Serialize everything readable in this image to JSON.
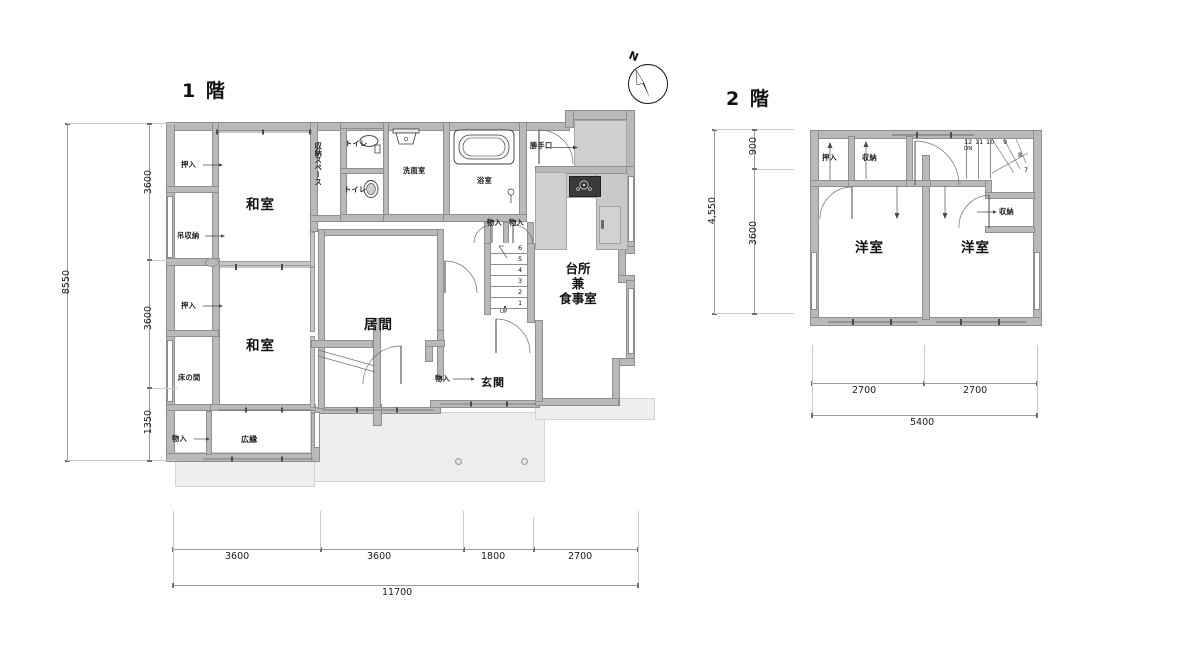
{
  "floor1": {
    "title": "1 階",
    "rooms": [
      {
        "name": "和室",
        "id": "washitsu-upper"
      },
      {
        "name": "和室",
        "id": "washitsu-lower"
      },
      {
        "name": "居間",
        "id": "ima"
      },
      {
        "name": "洗面室",
        "id": "senmenshitsu"
      },
      {
        "name": "浴室",
        "id": "yokushitsu"
      },
      {
        "name": "玄関",
        "id": "genkan"
      },
      {
        "name": "広縁",
        "id": "hiroen"
      }
    ],
    "kitchen_label": "台所\n兼\n食事室",
    "kitchen_line1": "台所",
    "kitchen_line2": "兼",
    "kitchen_line3": "食事室",
    "small_labels": {
      "oshiire_top": "押入",
      "tsuri_shuno": "吊収納",
      "oshiire_mid": "押入",
      "toko_no_ma": "床の間",
      "mono_ire_left": "物入",
      "shuno_space": "収納スペース",
      "toilet_upper": "トイレ",
      "toilet_lower": "トイレ",
      "senmen": "洗面室",
      "yokushitsu": "浴室",
      "katteguchi": "勝手口",
      "mono_ire_a": "物入",
      "mono_ire_b": "物入",
      "mono_ire_genkan": "物入",
      "genkan": "玄関",
      "hiroen": "広縁"
    },
    "stairs": {
      "numbers": [
        "6",
        "5",
        "4",
        "3",
        "2",
        "1"
      ],
      "direction": "UP"
    },
    "dims_left": [
      "3600",
      "3600",
      "1350"
    ],
    "dims_left_total": "8550",
    "dims_bottom": [
      "3600",
      "3600",
      "1800",
      "2700"
    ],
    "dims_bottom_total": "11700"
  },
  "floor2": {
    "title": "2 階",
    "rooms": [
      {
        "name": "洋室",
        "id": "yoshitsu-left"
      },
      {
        "name": "洋室",
        "id": "yoshitsu-right"
      }
    ],
    "small_labels": {
      "oshiire": "押入",
      "shuno_top": "収納",
      "shuno_right": "収納"
    },
    "stairs": {
      "numbers": [
        "12",
        "11",
        "10",
        "9",
        "8",
        "7"
      ],
      "direction": "DN"
    },
    "dims_left": [
      "900",
      "3600"
    ],
    "dims_left_total": "4,550",
    "dims_bottom": [
      "2700",
      "2700"
    ],
    "dims_bottom_total": "5400"
  },
  "compass": {
    "north_label": "N",
    "name": "north-arrow"
  },
  "colors": {
    "wall": "#b9b9b9",
    "wall_stroke": "#8f8f8f",
    "terrace": "#eeeeee",
    "text": "#111111",
    "dim": "#9a9a9a"
  }
}
